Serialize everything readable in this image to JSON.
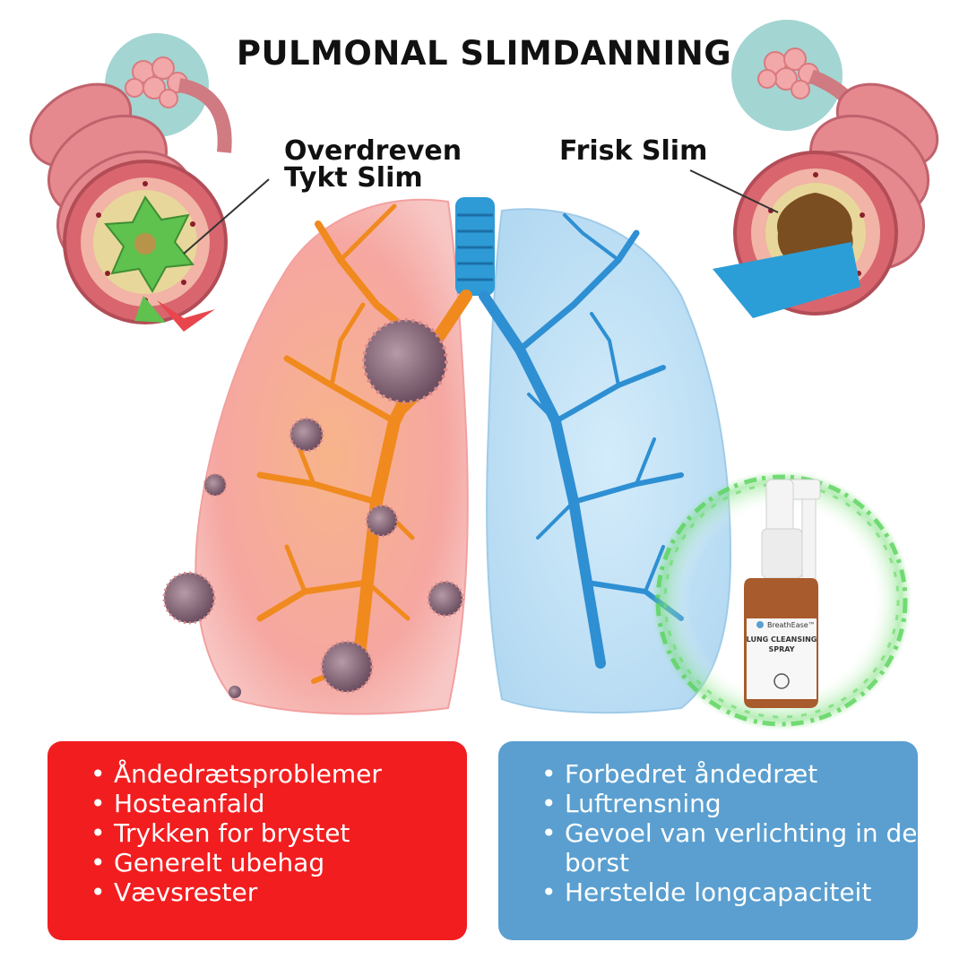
{
  "title": "PULMONAL SLIMDANNING",
  "labels": {
    "left_line1": "Overdreven",
    "left_line2": "Tykt Slim",
    "right": "Frisk Slim"
  },
  "product": {
    "brand": "BreathEase™",
    "name_line1": "LUNG CLEANSING",
    "name_line2": "SPRAY"
  },
  "problems": [
    "Åndedrætsproblemer",
    "Hosteanfald",
    "Trykken for brystet",
    "Generelt ubehag",
    "Vævsrester"
  ],
  "benefits": [
    "Forbedret åndedræt",
    "Luftrensning",
    "Gevoel van verlichting in de borst",
    "Herstelde longcapaciteit"
  ],
  "colors": {
    "problem_box": "#f21d1f",
    "benefit_box": "#5a9fd0",
    "unhealthy_lung": "#f6a39a",
    "healthy_lung": "#bfe0f5",
    "mucus": "#5fc14e",
    "airway_healthy": "#2e9ad6",
    "glow_ring": "#59d35a"
  }
}
